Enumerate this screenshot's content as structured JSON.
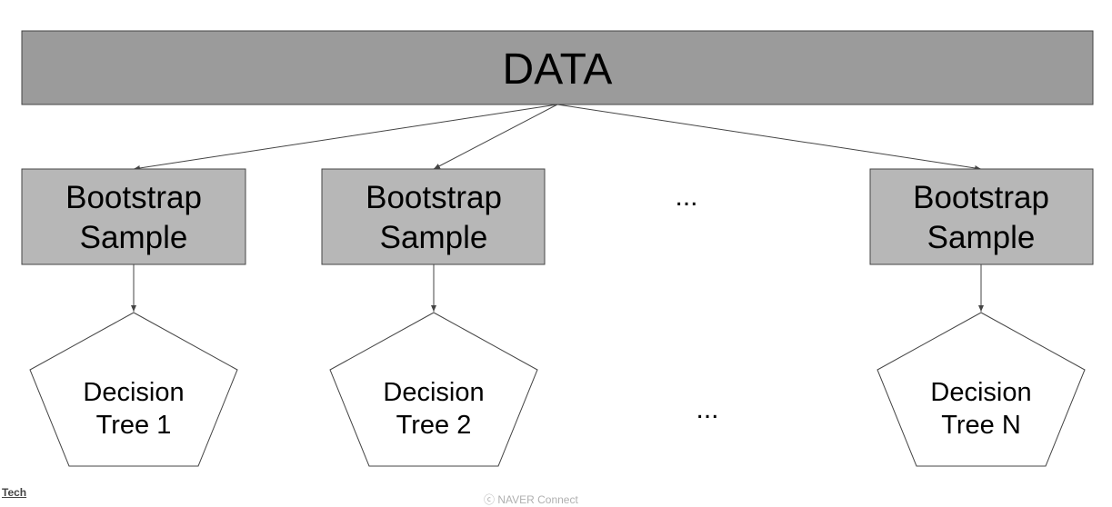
{
  "data_box": {
    "label": "DATA"
  },
  "samples": [
    {
      "line1": "Bootstrap",
      "line2": "Sample"
    },
    {
      "line1": "Bootstrap",
      "line2": "Sample"
    },
    {
      "line1": "Bootstrap",
      "line2": "Sample"
    }
  ],
  "trees": [
    {
      "line1": "Decision",
      "line2": "Tree 1"
    },
    {
      "line1": "Decision",
      "line2": "Tree 2"
    },
    {
      "line1": "Decision",
      "line2": "Tree N"
    }
  ],
  "ellipsis_samples": "...",
  "ellipsis_trees": "...",
  "footer": {
    "left": "Tech",
    "center": "ⓒ NAVER Connect"
  },
  "colors": {
    "data_fill": "#9b9b9b",
    "sample_fill": "#b7b7b7",
    "stroke": "#444444"
  }
}
